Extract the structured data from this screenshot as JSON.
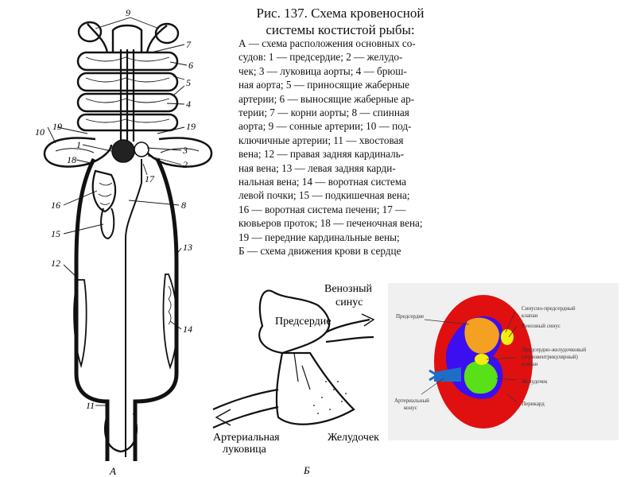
{
  "caption": {
    "title_line1": "Рис. 137. Схема кровеносной",
    "title_line2": "системы костистой рыбы:",
    "body_lines": [
      "А — схема расположения основных со-",
      "судов: 1 — предсердие; 2 — желудо-",
      "чек; 3 — луковица аорты; 4 — брюш-",
      "ная аорта; 5 — приносящие жаберные",
      "артерии; 6 — выносящие жаберные ар-",
      "терии; 7 — корни аорты; 8 — спинная",
      "аорта; 9 — сонные артерии; 10 — под-",
      "ключичные артерии; 11 — хвостовая",
      "вена; 12 — правая задняя кардиналь-",
      "ная вена; 13 — левая задняя карди-",
      "нальная вена; 14 — воротная система",
      "левой почки; 15 — подкишечная вена;",
      "16 — воротная система печени; 17 —",
      "кювьеров проток; 18 — печеночная вена;",
      "19 — передние кардинальные вены;",
      "Б — схема движения крови в сердце"
    ]
  },
  "diagram_a": {
    "panel_letter": "А",
    "labels": {
      "n9": "9",
      "n7": "7",
      "n6": "6",
      "n5": "5",
      "n4": "4",
      "n10": "10",
      "n19_left": "19",
      "n19_right": "19",
      "n1": "1",
      "n3": "3",
      "n18": "18",
      "n2": "2",
      "n17": "17",
      "n16": "16",
      "n8": "8",
      "n15": "15",
      "n13": "13",
      "n12": "12",
      "n14": "14",
      "n11": "11"
    }
  },
  "diagram_b": {
    "panel_letter": "Б",
    "venous_sinus_line1": "Венозный",
    "venous_sinus_line2": "синус",
    "atrium": "Предсердие",
    "arterial_bulb_line1": "Артериальная",
    "arterial_bulb_line2": "луковица",
    "ventricle": "Желудочек"
  },
  "heart_diagram": {
    "atrium": "Предсердие",
    "sinoatrial_valve_line1": "Синусно-предсердный",
    "sinoatrial_valve_line2": "клапан",
    "venous_sinus": "Венозный синус",
    "av_valve_line1": "Предсердно-желудочковый",
    "av_valve_line2": "(атриовентрикулярный)",
    "av_valve_line3": "клапан",
    "ventricle": "Желудочек",
    "pericardium": "Перикард",
    "arterial_cone_line1": "Артериальный",
    "arterial_cone_line2": "конус",
    "colors": {
      "pericardium": "#e01010",
      "chamber": "#3b0ff0",
      "atrium": "#f4a020",
      "ventricle": "#58e018",
      "valve": "#f2ee10",
      "cone": "#1e6ec8",
      "frame": "#f0f0f0"
    }
  }
}
